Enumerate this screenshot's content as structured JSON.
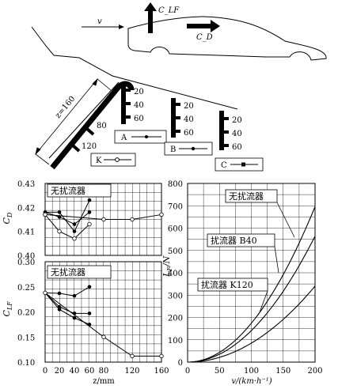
{
  "diagram": {
    "v_label": "v",
    "clf_label": "C_LF",
    "cd_label": "C_D",
    "z_dim_label": "z=160",
    "k_marks": [
      "80",
      "120"
    ],
    "a_marks": [
      "20",
      "40",
      "60"
    ],
    "b_marks": [
      "20",
      "40",
      "60"
    ],
    "c_marks": [
      "20",
      "40",
      "60"
    ],
    "legend_k": "K",
    "legend_a": "A",
    "legend_b": "B",
    "legend_c": "C"
  },
  "chart_data": [
    {
      "type": "line",
      "id": "cd",
      "ylabel": "C_D",
      "xlabel": "",
      "xlim": [
        0,
        160
      ],
      "ylim": [
        0.4,
        0.43
      ],
      "xticks": [
        0,
        20,
        40,
        60,
        80,
        120,
        160
      ],
      "ytick_labels": [
        "0.43",
        "0.42",
        "0.41",
        "0.40"
      ],
      "ytick_values": [
        0.43,
        0.42,
        0.41,
        0.4
      ],
      "annotation": "无扰流器",
      "series": [
        {
          "marker": "filled",
          "x": [
            0,
            20,
            40,
            60
          ],
          "y": [
            0.418,
            0.418,
            0.41,
            0.423
          ]
        },
        {
          "marker": "open",
          "x": [
            0,
            20,
            40,
            60
          ],
          "y": [
            0.417,
            0.41,
            0.407,
            0.413
          ]
        },
        {
          "marker": "filled",
          "x": [
            0,
            20,
            40,
            60
          ],
          "y": [
            0.418,
            0.416,
            0.413,
            0.418
          ]
        },
        {
          "marker": "open",
          "x": [
            0,
            80,
            120,
            160
          ],
          "y": [
            0.417,
            0.415,
            0.415,
            0.417
          ]
        }
      ]
    },
    {
      "type": "line",
      "id": "clf",
      "ylabel": "C_LF",
      "xlabel": "z/mm",
      "xlim": [
        0,
        160
      ],
      "ylim": [
        0.1,
        0.3
      ],
      "xticks": [
        0,
        20,
        40,
        60,
        80,
        120,
        160
      ],
      "xtick_labels": [
        "0",
        "20",
        "40",
        "60",
        "80",
        "120",
        "160"
      ],
      "ytick_labels": [
        "0.30",
        "0.25",
        "0.20",
        "0.15",
        "0.10"
      ],
      "ytick_values": [
        0.3,
        0.25,
        0.2,
        0.15,
        0.1
      ],
      "annotation": "无扰流器",
      "series": [
        {
          "marker": "filled",
          "x": [
            0,
            20,
            40,
            60
          ],
          "y": [
            0.238,
            0.237,
            0.232,
            0.25
          ]
        },
        {
          "marker": "filled",
          "x": [
            0,
            20,
            40,
            60
          ],
          "y": [
            0.238,
            0.21,
            0.197,
            0.197
          ]
        },
        {
          "marker": "filled",
          "x": [
            0,
            20,
            40,
            60
          ],
          "y": [
            0.238,
            0.205,
            0.188,
            0.175
          ]
        },
        {
          "marker": "open",
          "x": [
            0,
            80,
            120,
            160
          ],
          "y": [
            0.238,
            0.15,
            0.112,
            0.112
          ]
        }
      ]
    },
    {
      "type": "line",
      "id": "lf",
      "ylabel": "L_F/N",
      "xlabel": "v/(km·h⁻¹)",
      "xlim": [
        0,
        200
      ],
      "ylim": [
        0,
        800
      ],
      "xticks": [
        0,
        50,
        100,
        150,
        200
      ],
      "xtick_labels": [
        "0",
        "50",
        "100",
        "150",
        "200"
      ],
      "yticks": [
        0,
        100,
        200,
        300,
        400,
        500,
        600,
        700,
        800
      ],
      "ytick_labels": [
        "0",
        "100",
        "200",
        "300",
        "400",
        "500",
        "600",
        "700",
        "800"
      ],
      "annotations": [
        "无扰流器",
        "扰流器 B40",
        "扰流器 K120"
      ],
      "series": [
        {
          "name": "无扰流器",
          "k": 0.0174
        },
        {
          "name": "扰流器 B40",
          "k": 0.0141
        },
        {
          "name": "扰流器 K120",
          "k": 0.0085
        }
      ]
    }
  ]
}
